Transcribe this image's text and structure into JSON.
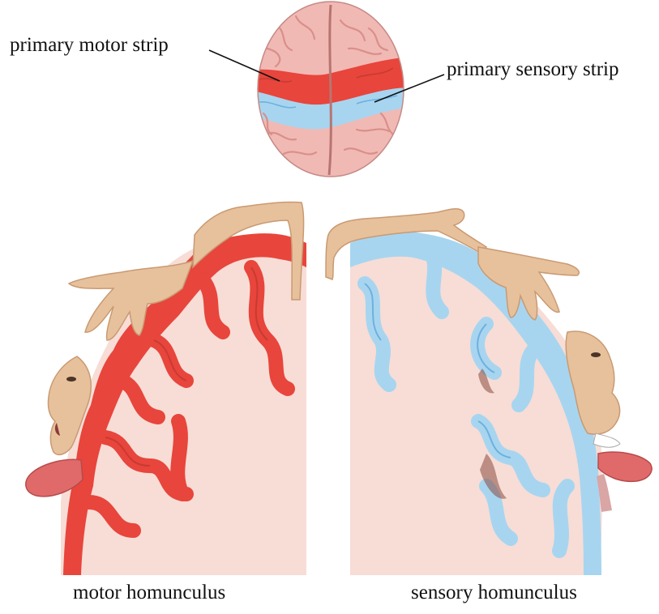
{
  "labels": {
    "primary_motor_strip": "primary motor strip",
    "primary_sensory_strip": "primary sensory strip",
    "motor_homunculus": "motor homunculus",
    "sensory_homunculus": "sensory homunculus"
  },
  "colors": {
    "motor": "#e8453c",
    "motor_dark": "#c73b31",
    "sensory": "#9fd0ee",
    "sensory_dark": "#6fb0dd",
    "brain": "#f1b9b4",
    "brain_fold": "#d98f8a",
    "tissue": "#f7ddd6",
    "skin": "#e7c19b",
    "skin_dark": "#c99a73",
    "tongue": "#e06a6a"
  }
}
